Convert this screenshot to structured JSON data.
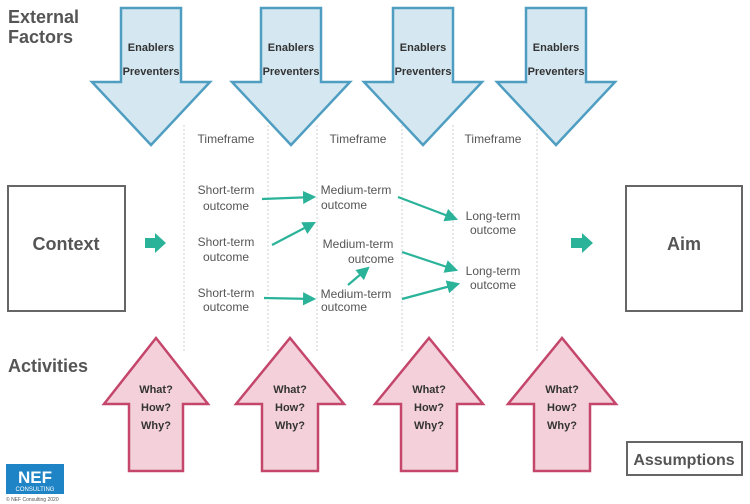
{
  "headings": {
    "external_line1": "External",
    "external_line2": "Factors",
    "activities": "Activities"
  },
  "down_arrows": [
    {
      "line1": "Enablers",
      "line2": "Preventers"
    },
    {
      "line1": "Enablers",
      "line2": "Preventers"
    },
    {
      "line1": "Enablers",
      "line2": "Preventers"
    },
    {
      "line1": "Enablers",
      "line2": "Preventers"
    }
  ],
  "up_arrows": [
    {
      "l1": "What?",
      "l2": "How?",
      "l3": "Why?"
    },
    {
      "l1": "What?",
      "l2": "How?",
      "l3": "Why?"
    },
    {
      "l1": "What?",
      "l2": "How?",
      "l3": "Why?"
    },
    {
      "l1": "What?",
      "l2": "How?",
      "l3": "Why?"
    }
  ],
  "timeframes": [
    "Timeframe",
    "Timeframe",
    "Timeframe"
  ],
  "context": "Context",
  "aim": "Aim",
  "outcomes": {
    "short": [
      {
        "l1": "Short-term",
        "l2": "outcome"
      },
      {
        "l1": "Short-term",
        "l2": "outcome"
      },
      {
        "l1": "Short-term",
        "l2": "outcome"
      }
    ],
    "medium": [
      {
        "l1": "Medium-term",
        "l2": "outcome"
      },
      {
        "l1": "Medium-term",
        "l2": "outcome"
      },
      {
        "l1": "Medium-term",
        "l2": "outcome"
      }
    ],
    "long": [
      {
        "l1": "Long-term",
        "l2": "outcome"
      },
      {
        "l1": "Long-term",
        "l2": "outcome"
      }
    ]
  },
  "assumptions": "Assumptions",
  "logo": {
    "nef": "NEF",
    "consulting": "CONSULTING",
    "copyright": "© NEF Consulting 2020"
  },
  "colors": {
    "down_fill": "#d5e8f2",
    "down_stroke": "#4f9ec1",
    "up_fill": "#f3d0da",
    "up_stroke": "#c4466b",
    "teal": "#2bb39a",
    "text": "#555555",
    "nef_blue": "#1e84c6"
  }
}
